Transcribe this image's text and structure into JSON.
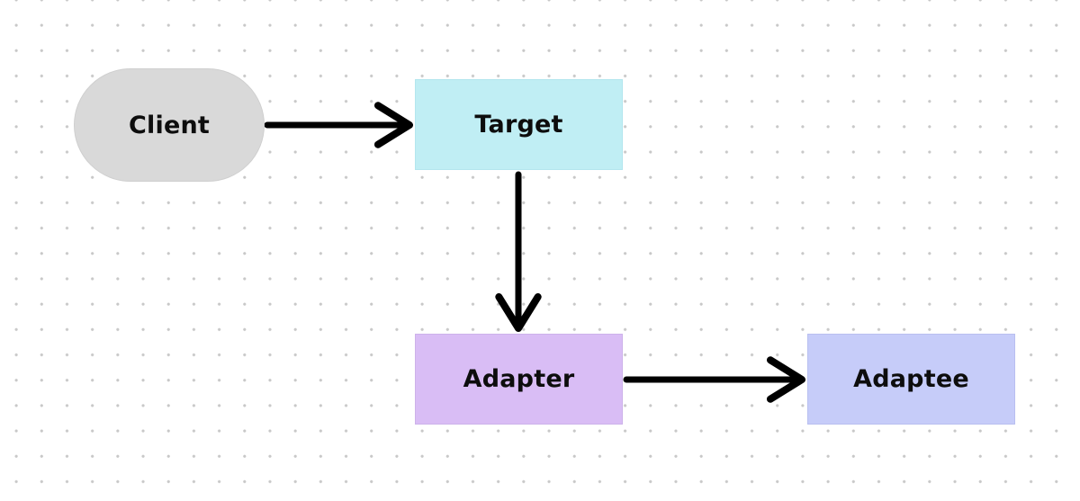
{
  "diagram": {
    "nodes": [
      {
        "id": "client",
        "label": "Client",
        "shape": "rounded-pill",
        "color": "#d9d9d9"
      },
      {
        "id": "target",
        "label": "Target",
        "shape": "rectangle",
        "color": "#c0eef4"
      },
      {
        "id": "adapter",
        "label": "Adapter",
        "shape": "rectangle",
        "color": "#d9bdf5"
      },
      {
        "id": "adaptee",
        "label": "Adaptee",
        "shape": "rectangle",
        "color": "#c6ccf9"
      }
    ],
    "edges": [
      {
        "from": "client",
        "to": "target"
      },
      {
        "from": "target",
        "to": "adapter"
      },
      {
        "from": "adapter",
        "to": "adaptee"
      }
    ],
    "colors": {
      "background": "#ffffff",
      "grid_dot": "#c8c8c8",
      "arrow": "#000000"
    }
  }
}
